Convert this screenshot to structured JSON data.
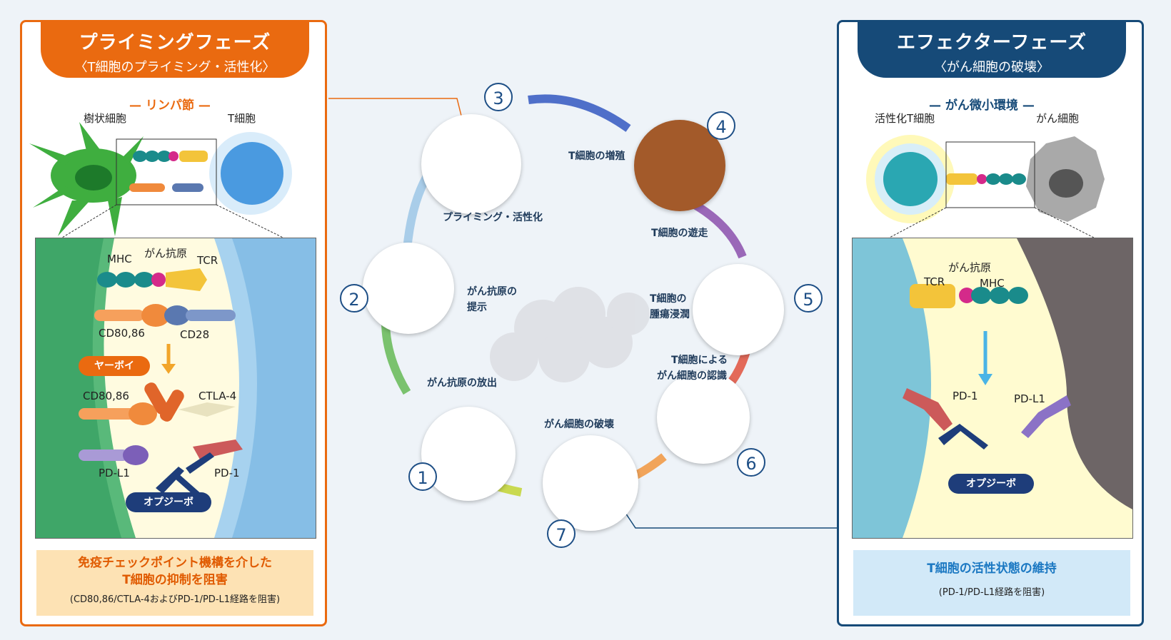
{
  "priming": {
    "title": "プライミングフェーズ",
    "subtitle": "〈T細胞のプライミング・活性化〉",
    "site": "— リンパ節 —",
    "dendritic_cell": "樹状細胞",
    "t_cell": "T細胞",
    "mhc": "MHC",
    "antigen": "がん抗原",
    "tcr": "TCR",
    "cd80_86_a": "CD80,86",
    "cd28": "CD28",
    "yervoy": "ヤーボイ",
    "cd80_86_b": "CD80,86",
    "ctla4": "CTLA-4",
    "pdl1": "PD-L1",
    "pd1": "PD-1",
    "opdivo": "オプジーボ",
    "note_line1": "免疫チェックポイント機構を介した",
    "note_line2": "T細胞の抑制を阻害",
    "note_line3": "(CD80,86/CTLA-4およびPD-1/PD-L1経路を阻害)"
  },
  "effector": {
    "title": "エフェクターフェーズ",
    "subtitle": "〈がん細胞の破壊〉",
    "site": "— がん微小環境 —",
    "activated_t_cell": "活性化T細胞",
    "cancer_cell": "がん細胞",
    "antigen": "がん抗原",
    "tcr": "TCR",
    "mhc": "MHC",
    "pd1": "PD-1",
    "pdl1": "PD-L1",
    "opdivo": "オプジーボ",
    "note_line1": "T細胞の活性状態の維持",
    "note_line2": "(PD-1/PD-L1経路を阻害)"
  },
  "cycle": {
    "steps": [
      {
        "num": "1",
        "label": "がん抗原の放出"
      },
      {
        "num": "2",
        "label_line1": "がん抗原の",
        "label_line2": "提示"
      },
      {
        "num": "3",
        "label": "プライミング・活性化"
      },
      {
        "num": "4",
        "label": "T細胞の遊走"
      },
      {
        "num": "5",
        "label_line1": "T細胞の",
        "label_line2": "腫瘍浸潤"
      },
      {
        "num": "6",
        "label_line1": "T細胞による",
        "label_line2": "がん細胞の認識"
      },
      {
        "num": "7",
        "label": "がん細胞の破壊"
      }
    ],
    "proliferation": "T細胞の増殖"
  },
  "colors": {
    "priming_accent": "#ea6a10",
    "effector_accent": "#164a78",
    "step_border": "#1e4f86"
  }
}
